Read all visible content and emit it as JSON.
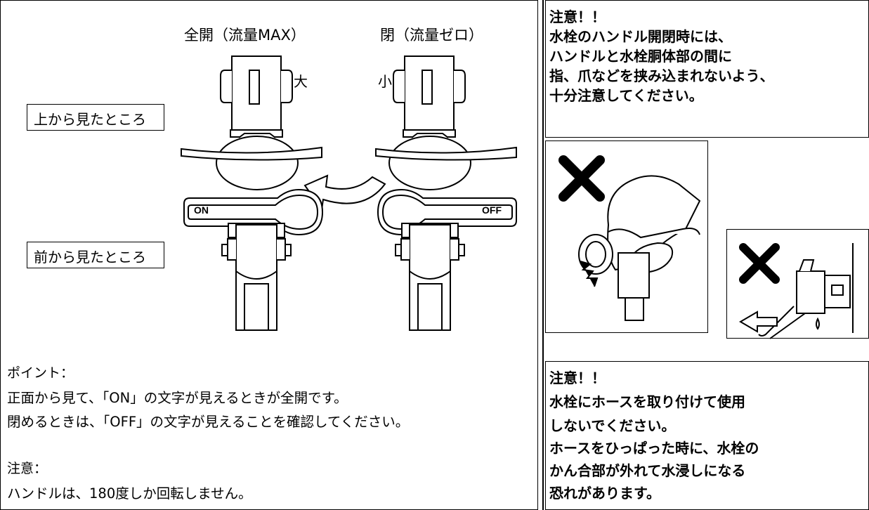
{
  "diagram": {
    "label_full_open": "全開（流量MAX）",
    "label_closed": "閉（流量ゼロ）",
    "mark_large": "大",
    "mark_small": "小",
    "label_top_view": "上から見たところ",
    "label_front_view": "前から見たところ",
    "handle_on": "ON",
    "handle_off": "OFF"
  },
  "point": {
    "heading": "ポイント：",
    "line1": "正面から見て、「ON」の文字が見えるときが全開です。",
    "line2": "閉めるときは、「OFF」の文字が見えることを確認してください。"
  },
  "note": {
    "heading": "注意：",
    "line1": "ハンドルは、180度しか回転しません。"
  },
  "caution1": {
    "heading": "注意！！",
    "lines": [
      "水栓のハンドル開閉時には、",
      "ハンドルと水栓胴体部の間に",
      "指、爪などを挟み込まれないよう、",
      "十分注意してください。"
    ]
  },
  "caution2": {
    "heading": "注意！！",
    "lines": [
      "水栓にホースを取り付けて使用",
      "しないでください。",
      "ホースをひっぱった時に、水栓の",
      "かん合部が外れて水浸しになる",
      "恐れがあります。"
    ]
  }
}
